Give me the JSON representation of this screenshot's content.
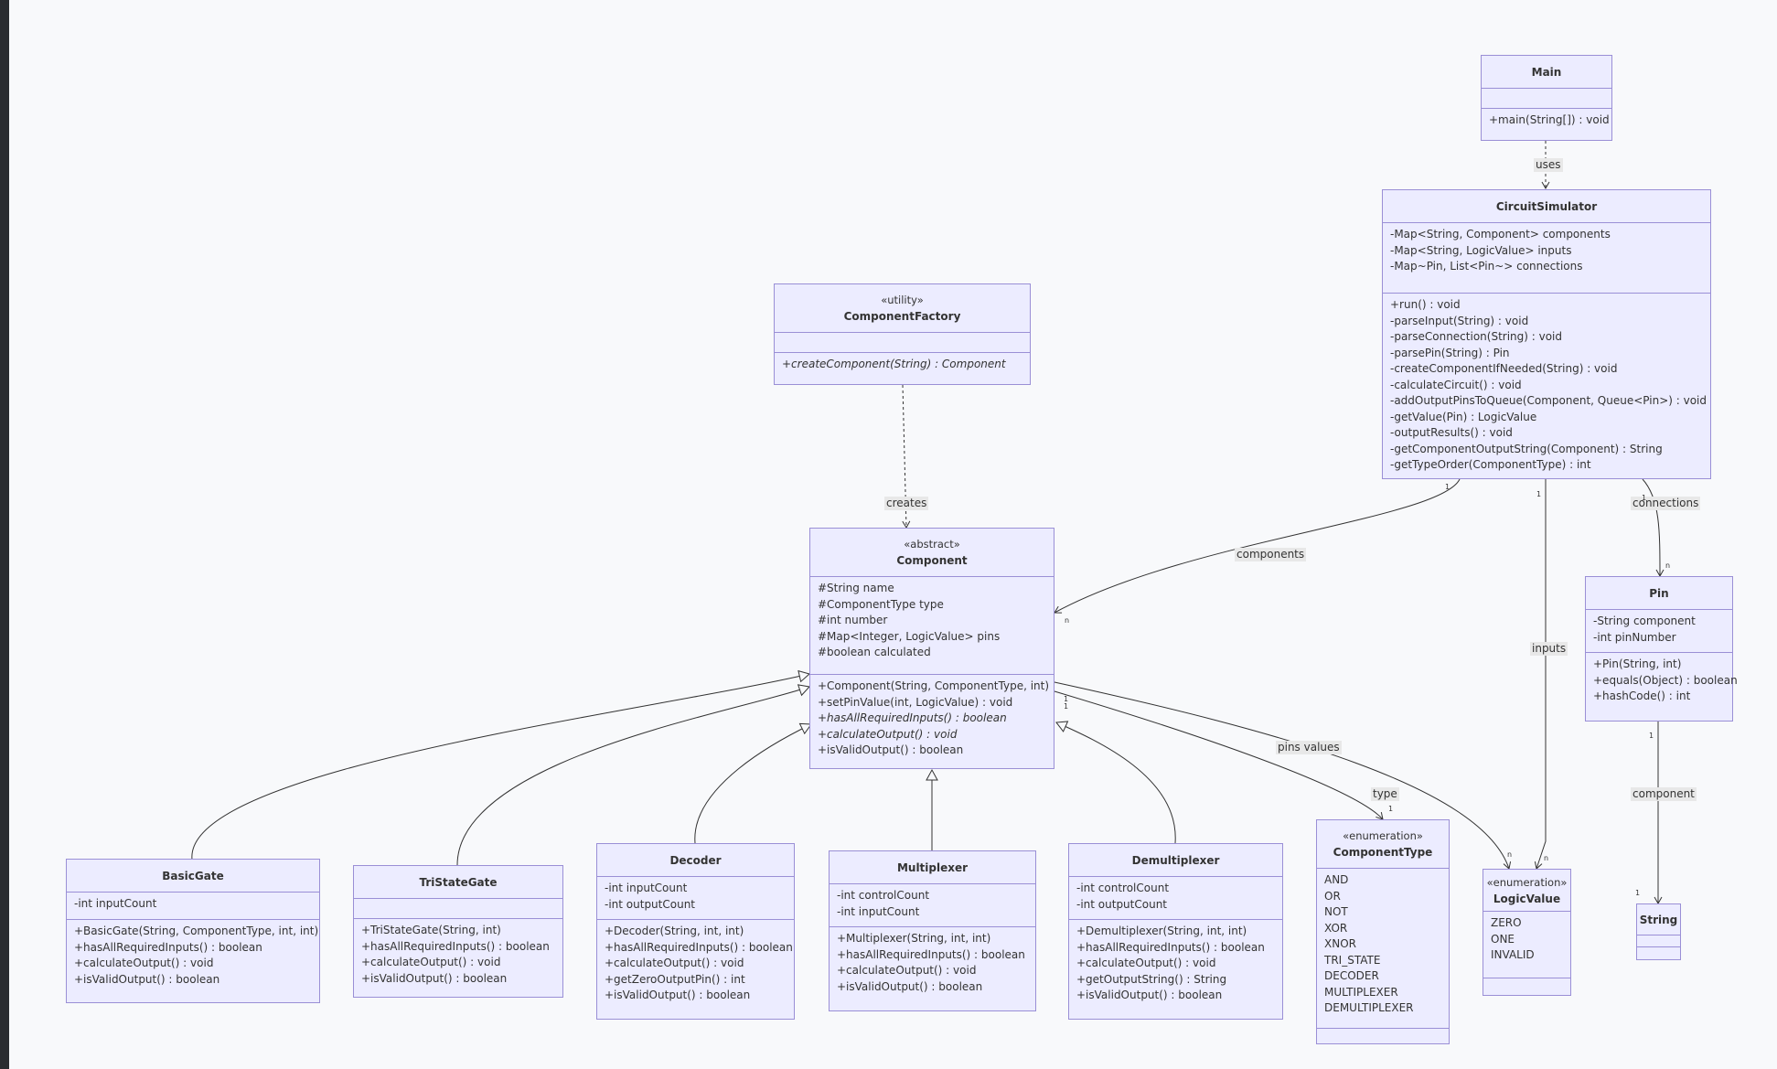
{
  "classes": {
    "main": {
      "name": "Main",
      "attributes": [],
      "methods": [
        "+main(String[]) : void"
      ]
    },
    "circuit_simulator": {
      "name": "CircuitSimulator",
      "attributes": [
        "-Map<String, Component> components",
        "-Map<String, LogicValue> inputs",
        "-Map~Pin, List<Pin~> connections"
      ],
      "methods": [
        "+run() : void",
        "-parseInput(String) : void",
        "-parseConnection(String) : void",
        "-parsePin(String) : Pin",
        "-createComponentIfNeeded(String) : void",
        "-calculateCircuit() : void",
        "-addOutputPinsToQueue(Component, Queue<Pin>) : void",
        "-getValue(Pin) : LogicValue",
        "-outputResults() : void",
        "-getComponentOutputString(Component) : String",
        "-getTypeOrder(ComponentType) : int"
      ]
    },
    "component_factory": {
      "stereotype": "«utility»",
      "name": "ComponentFactory",
      "attributes": [],
      "methods": [
        "+createComponent(String) : Component"
      ]
    },
    "component": {
      "stereotype": "«abstract»",
      "name": "Component",
      "attributes": [
        "#String name",
        "#ComponentType type",
        "#int number",
        "#Map<Integer, LogicValue> pins",
        "#boolean calculated"
      ],
      "methods": [
        "+Component(String, ComponentType, int)",
        "+setPinValue(int, LogicValue) : void",
        "+hasAllRequiredInputs() : boolean",
        "+calculateOutput() : void",
        "+isValidOutput() : boolean"
      ]
    },
    "pin": {
      "name": "Pin",
      "attributes": [
        "-String component",
        "-int pinNumber"
      ],
      "methods": [
        "+Pin(String, int)",
        "+equals(Object) : boolean",
        "+hashCode() : int"
      ]
    },
    "basic_gate": {
      "name": "BasicGate",
      "attributes": [
        "-int inputCount"
      ],
      "methods": [
        "+BasicGate(String, ComponentType, int, int)",
        "+hasAllRequiredInputs() : boolean",
        "+calculateOutput() : void",
        "+isValidOutput() : boolean"
      ]
    },
    "tri_state_gate": {
      "name": "TriStateGate",
      "attributes": [],
      "methods": [
        "+TriStateGate(String, int)",
        "+hasAllRequiredInputs() : boolean",
        "+calculateOutput() : void",
        "+isValidOutput() : boolean"
      ]
    },
    "decoder": {
      "name": "Decoder",
      "attributes": [
        "-int inputCount",
        "-int outputCount"
      ],
      "methods": [
        "+Decoder(String, int, int)",
        "+hasAllRequiredInputs() : boolean",
        "+calculateOutput() : void",
        "+getZeroOutputPin() : int",
        "+isValidOutput() : boolean"
      ]
    },
    "multiplexer": {
      "name": "Multiplexer",
      "attributes": [
        "-int controlCount",
        "-int inputCount"
      ],
      "methods": [
        "+Multiplexer(String, int, int)",
        "+hasAllRequiredInputs() : boolean",
        "+calculateOutput() : void",
        "+isValidOutput() : boolean"
      ]
    },
    "demultiplexer": {
      "name": "Demultiplexer",
      "attributes": [
        "-int controlCount",
        "-int outputCount"
      ],
      "methods": [
        "+Demultiplexer(String, int, int)",
        "+hasAllRequiredInputs() : boolean",
        "+calculateOutput() : void",
        "+getOutputString() : String",
        "+isValidOutput() : boolean"
      ]
    },
    "component_type": {
      "stereotype": "«enumeration»",
      "name": "ComponentType",
      "attributes": [
        "AND",
        "OR",
        "NOT",
        "XOR",
        "XNOR",
        "TRI_STATE",
        "DECODER",
        "MULTIPLEXER",
        "DEMULTIPLEXER"
      ],
      "methods": []
    },
    "logic_value": {
      "stereotype": "«enumeration»",
      "name": "LogicValue",
      "attributes": [
        "ZERO",
        "ONE",
        "INVALID"
      ],
      "methods": []
    },
    "string": {
      "name": "String",
      "attributes": [],
      "methods": []
    }
  },
  "relations": {
    "uses": "uses",
    "creates": "creates",
    "components": "components",
    "connections": "connections",
    "inputs": "inputs",
    "pins_values": "pins values",
    "type": "type",
    "component": "component"
  },
  "cardinalities": {
    "one": "1",
    "many": "n"
  },
  "colors": {
    "box_fill": "#ececff",
    "box_border": "#9a8fd6",
    "line": "#333333",
    "label_bg": "#e8e8e8"
  }
}
